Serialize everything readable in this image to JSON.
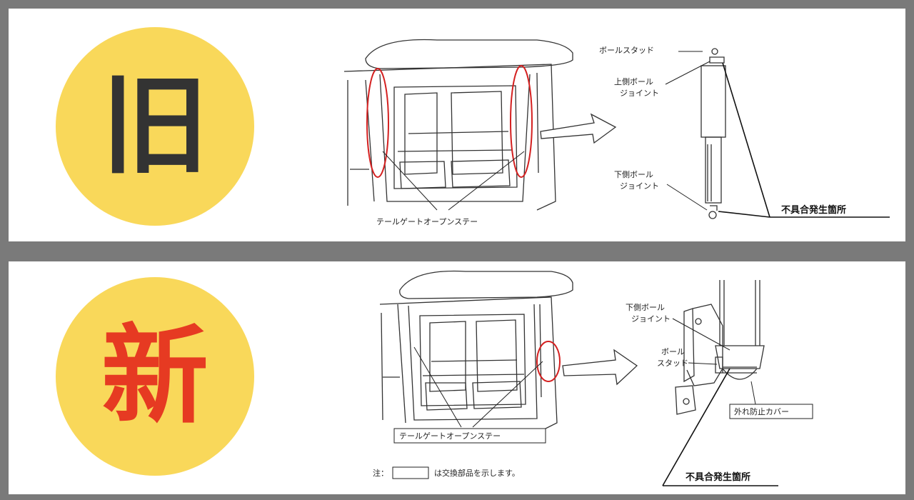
{
  "old": {
    "badge": "旧",
    "label_stay": "テールゲートオープンステー",
    "label_ball_stud": "ボールスタッド",
    "label_upper_joint_1": "上側ボール",
    "label_upper_joint_2": "ジョイント",
    "label_lower_joint_1": "下側ボール",
    "label_lower_joint_2": "ジョイント",
    "label_defect": "不具合発生箇所"
  },
  "new": {
    "badge": "新",
    "label_stay": "テールゲートオープンステー",
    "label_lower_joint_1": "下側ボール",
    "label_lower_joint_2": "ジョイント",
    "label_ball_1": "ボール",
    "label_ball_2": "スタッド",
    "label_cover": "外れ防止カバー",
    "label_defect": "不具合発生箇所",
    "note_prefix": "注：",
    "note_suffix": "は交換部品を示します。"
  },
  "colors": {
    "badge_bg": "#f9d85a",
    "old_char": "#333333",
    "new_char": "#e63a22",
    "highlight": "#d42020",
    "frame": "#7a7a7a"
  }
}
